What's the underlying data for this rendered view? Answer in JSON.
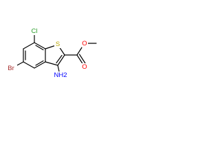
{
  "molecule": {
    "atoms": {
      "cl": {
        "label": "Cl",
        "color": "#2a9d2a"
      },
      "s": {
        "label": "S",
        "color": "#b8a400"
      },
      "o_carbonyl": {
        "label": "O",
        "color": "#ff0000"
      },
      "o_ester": {
        "label": "O",
        "color": "#ff0000"
      },
      "br": {
        "label": "Br",
        "color": "#a52a2a"
      },
      "nh2": {
        "label": "NH2",
        "color": "#0000ff"
      }
    }
  }
}
